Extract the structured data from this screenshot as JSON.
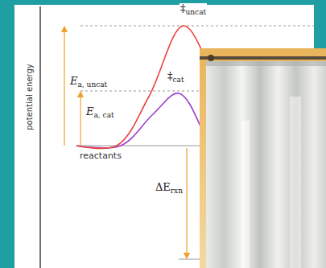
{
  "diagram": {
    "labels": [
      "‡uncat",
      "‡cat",
      "Ea, uncat",
      "Ea, cat",
      "potential energy",
      "reactants",
      "ΔErxn"
    ]
  }
}
